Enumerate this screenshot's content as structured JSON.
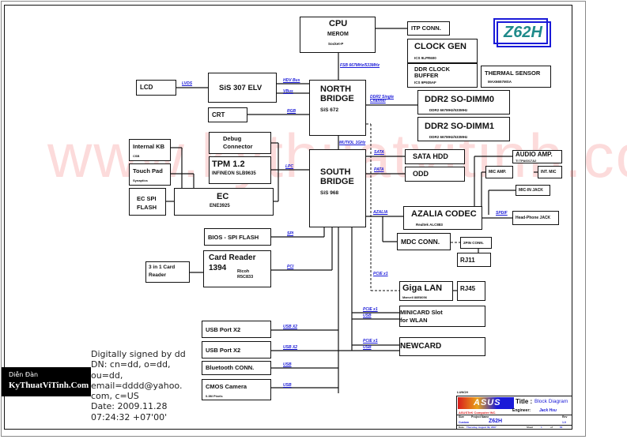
{
  "watermark": "www.kythuatvitinh.com",
  "model_badge": "Z62H",
  "blocks": {
    "cpu": {
      "title": "CPU",
      "sub": "MEROM",
      "note": "Socket-P"
    },
    "itp": {
      "title": "ITP CONN."
    },
    "clock_gen": {
      "title": "CLOCK GEN",
      "note": "ICS 9LPR600"
    },
    "ddr_clock": {
      "title1": "DDR CLOCK",
      "title2": "BUFFER",
      "note": "ICS 9P935AF"
    },
    "thermal": {
      "title": "THERMAL SENSOR",
      "note": "MAX6657MSA"
    },
    "lcd": {
      "title": "LCD"
    },
    "sis307": {
      "title": "SiS 307 ELV"
    },
    "north_bridge": {
      "title1": "NORTH",
      "title2": "BRIDGE",
      "sub": "SiS 672"
    },
    "crt": {
      "title": "CRT"
    },
    "dimm0": {
      "title": "DDR2 SO-DIMM0",
      "note": "DDR2 667MHz/533MHz"
    },
    "dimm1": {
      "title": "DDR2 SO-DIMM1",
      "note": "DDR2 667MHz/533MHz"
    },
    "internal_kb": {
      "title": "Internal KB",
      "note": "CSB"
    },
    "touchpad": {
      "title": "Touch Pad",
      "note": "Synaptics"
    },
    "ec_spi": {
      "title1": "EC SPI",
      "title2": "FLASH"
    },
    "debug": {
      "title1": "Debug",
      "title2": "Connector"
    },
    "tpm": {
      "title": "TPM 1.2",
      "sub": "INFINEON SLB9635"
    },
    "ec": {
      "title": "EC",
      "sub": "ENE3925"
    },
    "south_bridge": {
      "title1": "SOUTH",
      "title2": "BRIDGE",
      "sub": "SiS 968"
    },
    "sata_hdd": {
      "title": "SATA HDD"
    },
    "odd": {
      "title": "ODD"
    },
    "audio_amp": {
      "title": "AUDIO AMP.",
      "note": "TI TPA6017A2"
    },
    "mic_amp": {
      "title": "MIC AMP."
    },
    "int_mic": {
      "title": "INT. MIC"
    },
    "mic_in": {
      "title": "MIC-IN JACK"
    },
    "azalia": {
      "title": "AZALIA CODEC",
      "note": "Realtek ALC883"
    },
    "headphone": {
      "title": "Head-Phone JACK"
    },
    "mdc": {
      "title": "MDC CONN."
    },
    "pin2": {
      "title": "2PIN CONN."
    },
    "rj11": {
      "title": "RJ11"
    },
    "bios": {
      "title": "BIOS - SPI FLASH"
    },
    "card_reader": {
      "title1": "Card Reader",
      "title2": "1394",
      "chip1": "Ricoh",
      "chip2": "R5C833"
    },
    "card3in1": {
      "title1": "3 in 1 Card",
      "title2": "Reader"
    },
    "giga_lan": {
      "title": "Giga LAN",
      "note": "Marvell 88E8056"
    },
    "rj45": {
      "title": "RJ45"
    },
    "minicard": {
      "title1": "MINICARD Slot",
      "title2": "for WLAN"
    },
    "newcard": {
      "title": "NEWCARD"
    },
    "usb1": {
      "title": "USB Port X2"
    },
    "usb2": {
      "title": "USB Port X2"
    },
    "bluetooth": {
      "title": "Bluetooth CONN."
    },
    "camera": {
      "title": "CMOS Camera",
      "note": "0.3M Pixels"
    }
  },
  "buses": {
    "fsb": "FSB 667MHz/533MHz",
    "lvds": "LVDS",
    "hdv": "HDV Bus",
    "vbus": "VBus",
    "rgb": "RGB",
    "ddr2": "DDR2 Single Channel",
    "mutiol": "MUTIOL 1GHz",
    "lpc": "LPC",
    "sata": "SATA",
    "pata": "PATA",
    "azalia": "AZALIA",
    "spdif": "SPDIF",
    "spi": "SPI",
    "pci": "PCI",
    "pcie1": "PCIE x1",
    "pcie2": "PCIE x1",
    "pcie3": "PCIE x1",
    "usb_minicard": "USB",
    "usb_newcard": "USB",
    "usb_x2_1": "USB X2",
    "usb_x2_2": "USB X2",
    "usb_bt": "USB",
    "usb_cam": "USB"
  },
  "signature": {
    "line1": "Digitally signed by dd",
    "line2": "DN: cn=dd, o=dd,",
    "line3": "ou=dd,",
    "line4": "email=dddd@yahoo.",
    "line5": "com, c=US",
    "line6": "Date: 2009.11.28",
    "line7": "07:24:32 +07'00'"
  },
  "forum_badge": {
    "line1": "Diễn Đàn",
    "line2": "KyThuatViTinh.Com"
  },
  "title_block": {
    "lunch": "LUNCH",
    "logo": "ASUS",
    "title_label": "Title :",
    "title_value": "Block Diagram",
    "company": "ASUSTeK Computer INC.",
    "engineer_label": "Engineer:",
    "engineer_value": "Jack Hsu",
    "size_label": "Size",
    "size_value": "Custom",
    "project_label": "Project Name",
    "project_value": "Z62H",
    "rev_label": "Rev",
    "rev_value": "1.0",
    "date_label": "Date:",
    "date_value": "Thursday, August 09, 2007",
    "sheet_label": "Sheet",
    "sheet_value": "1",
    "of_label": "of",
    "of_value": "60"
  },
  "colors": {
    "bus_label": "#1a1ad8",
    "badge_border": "#1a1ad8",
    "badge_text": "#1f8a8a",
    "watermark": "#f05a5a"
  }
}
